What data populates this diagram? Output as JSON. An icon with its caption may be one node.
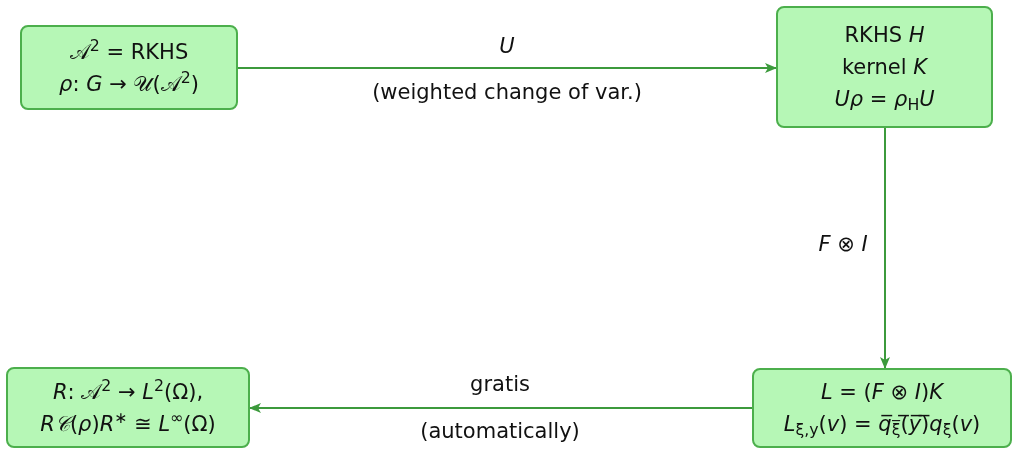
{
  "diagram": {
    "nodes": [
      {
        "text": [
          "𝒜$^{2}$ = RKHS",
          "*ρ*: *G* → 𝒰(𝒜$^{2}$)"
        ]
      },
      {
        "text": [
          "RKHS *H*",
          "kernel *K*",
          "*Uρ* = *ρ*$_{H}$*U*"
        ]
      },
      {
        "text": [
          "*L* = (*F* ⊗ *I*)*K*",
          "*L*$_{ξ,y}$(*v*) = *q̅*$_{ξ̅}$(̅*y̅*)̅*q*$_{ξ}$(*v*)"
        ]
      },
      {
        "text": [
          "*R*: 𝒜$^{2}$ → *L*$^{2}$(Ω),",
          "*R𝒞*(*ρ*)*R*$^{∗}$ ≅ *L*$^{∞}$(Ω)"
        ]
      }
    ],
    "edges": [
      {
        "from": 0,
        "to": 1,
        "arrow": "to",
        "label": "*U*"
      },
      {
        "from": 1,
        "to": 2,
        "arrow": "to",
        "label": "*F* ⊗ *I*"
      },
      {
        "from": 2,
        "to": 3,
        "arrow": "to",
        "label": "gratis"
      }
    ],
    "labels": [
      "(weighted change of var.)",
      "(automatically)"
    ]
  }
}
